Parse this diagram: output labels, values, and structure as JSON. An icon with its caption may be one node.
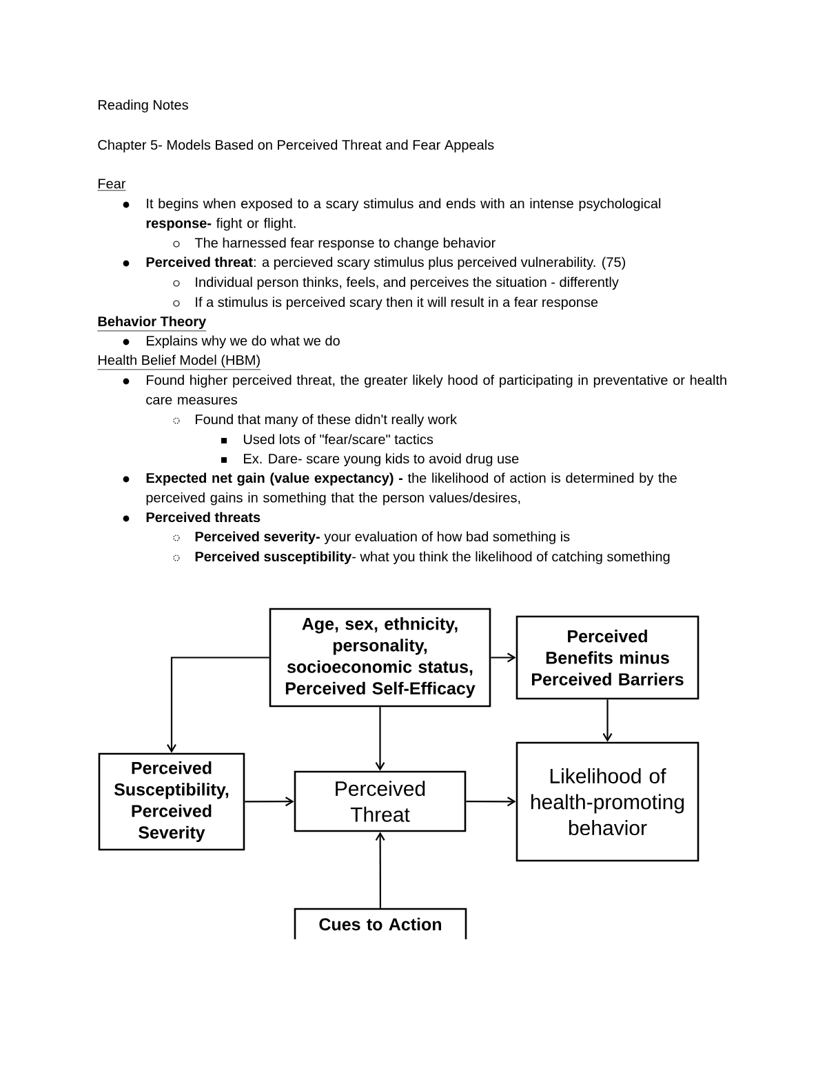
{
  "diagram": {
    "nodes": [
      {
        "text": [
          "Age, sex, ethnicity, personality, socioeconomic status, Perceived Self-Efficacy"
        ]
      },
      {
        "text": [
          "Perceived Benefits minus Perceived Barriers"
        ]
      },
      {
        "text": [
          "Perceived Susceptibility, Perceived Severity"
        ]
      },
      {
        "text": [
          "Perceived Threat"
        ]
      },
      {
        "text": [
          "Likelihood of health-promoting behavior"
        ]
      },
      {
        "text": [
          "Cues to Action"
        ]
      }
    ],
    "edges": [
      {
        "from": 0,
        "to": 2,
        "arrow": "to"
      },
      {
        "from": 0,
        "to": 1,
        "arrow": "to"
      },
      {
        "from": 0,
        "to": 3,
        "arrow": "to"
      },
      {
        "from": 2,
        "to": 3,
        "arrow": "to"
      },
      {
        "from": 3,
        "to": 4,
        "arrow": "to"
      },
      {
        "from": 1,
        "to": 4,
        "arrow": "to"
      },
      {
        "from": 5,
        "to": 3,
        "arrow": "to"
      }
    ],
    "labels": [
      "Reading Notes",
      "Chapter 5- Models Based on Perceived Threat and Fear Appeals",
      "Fear",
      "It begins when exposed to a scary stimulus and ends with an intense psychological **response-** fight or flight.",
      "The harnessed fear response to change behavior",
      "**Perceived threat**: a percieved scary stimulus plus perceived vulnerability. (75)",
      "Individual person thinks, feels, and perceives the situation - differently",
      "If a stimulus is perceived scary then it will result in a fear response",
      "Behavior Theory",
      "Explains why we do what we do",
      "Health Belief Model (HBM)",
      "Found higher perceived threat, the greater likely hood of participating in preventative or health care measures",
      "Found that many of these didn't really work",
      "Used lots of \"fear/scare\" tactics",
      "Ex. Dare- scare young kids to avoid drug use",
      "**Expected net gain (value expectancy) -** the likelihood of action is determined by the perceived gains in something that the person values/desires,",
      "Perceived threats",
      "**Perceived severity-** your evaluation of how bad something is",
      "**Perceived susceptibility**- what you think the likelihood of catching something"
    ]
  }
}
